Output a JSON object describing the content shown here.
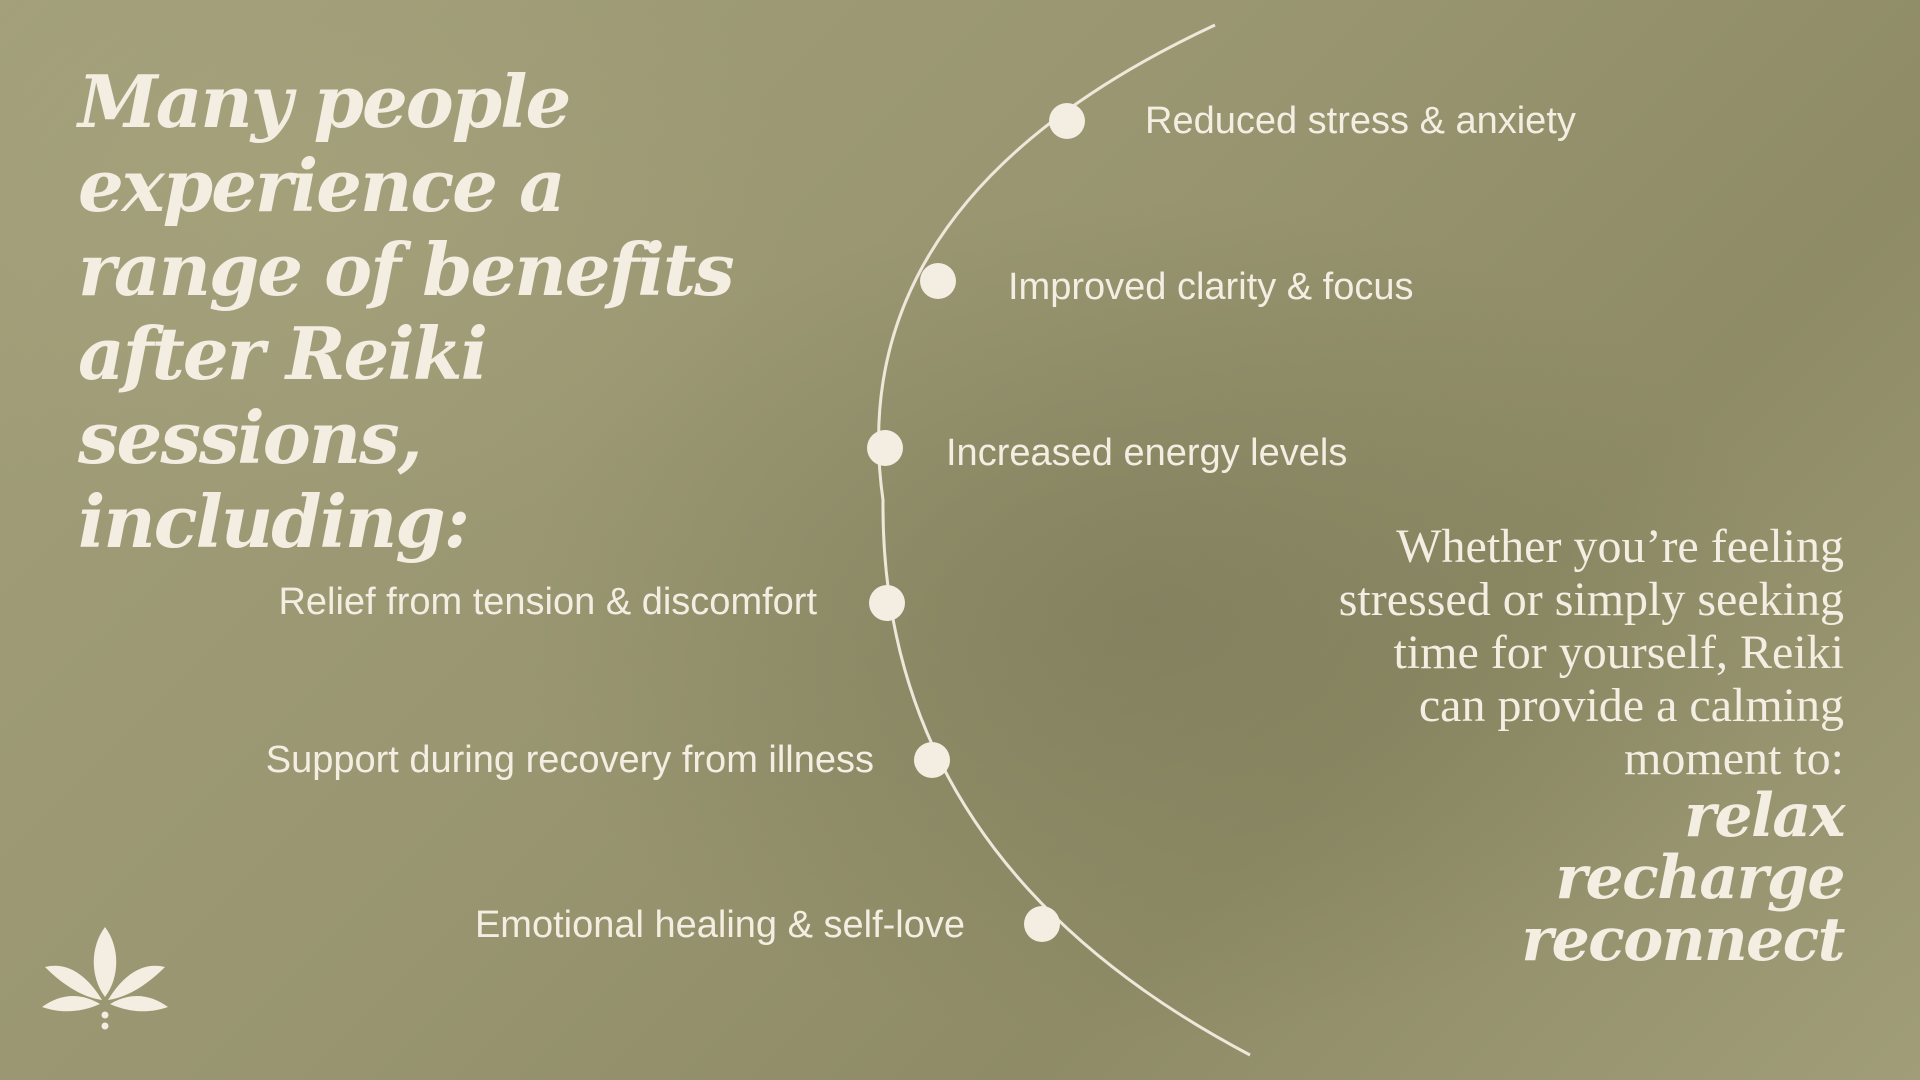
{
  "headline": "Many people experience a range of benefits after Reiki sessions, including:",
  "benefits": [
    "Reduced stress & anxiety",
    "Improved clarity & focus",
    "Increased energy levels",
    "Relief from tension & discomfort",
    "Support during recovery from illness",
    "Emotional healing & self-love"
  ],
  "closing": {
    "lead": "Whether you’re feeling stressed or simply seeking time for yourself, Reiki can provide a calming moment to:",
    "outcomes": [
      "relax",
      "recharge",
      "reconnect"
    ]
  },
  "colors": {
    "background": "#9b9872",
    "foreground": "#f3ede2"
  },
  "icons": {
    "logo": "lotus-leaf-icon"
  }
}
